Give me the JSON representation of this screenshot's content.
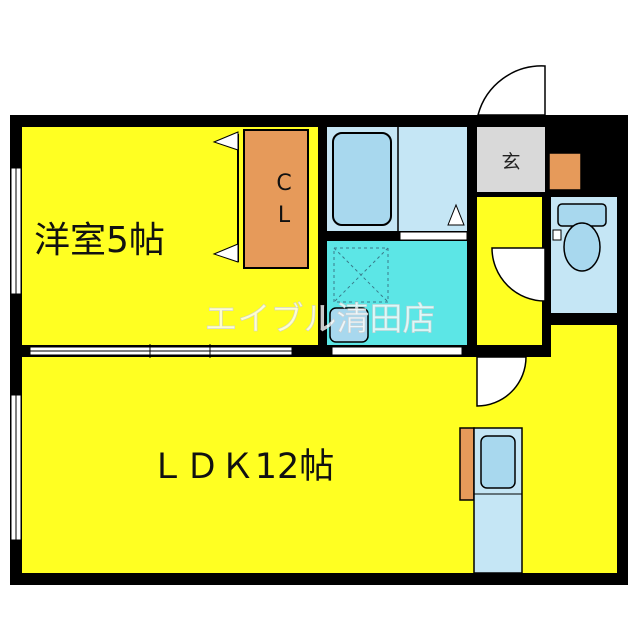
{
  "rooms": {
    "western_room": "洋室5帖",
    "closet": "CL",
    "ldk": "ＬＤＫ12帖",
    "entrance": "玄"
  },
  "watermark": "エイブル清田店",
  "colors": {
    "room_fill": "#ffff22",
    "wall": "#000000",
    "closet_fill": "#e69a5a",
    "wet_area_fill": "#c5e6f5",
    "washroom_fill": "#5ce6e6",
    "entrance_fill": "#d9d9d9",
    "fixture_fill": "#a8d8ee"
  },
  "icons": {
    "bathtub": "bathtub-icon",
    "toilet": "toilet-icon",
    "kitchen_sink": "kitchen-sink-icon",
    "washing_machine_pan": "washing-machine-pan-icon"
  }
}
